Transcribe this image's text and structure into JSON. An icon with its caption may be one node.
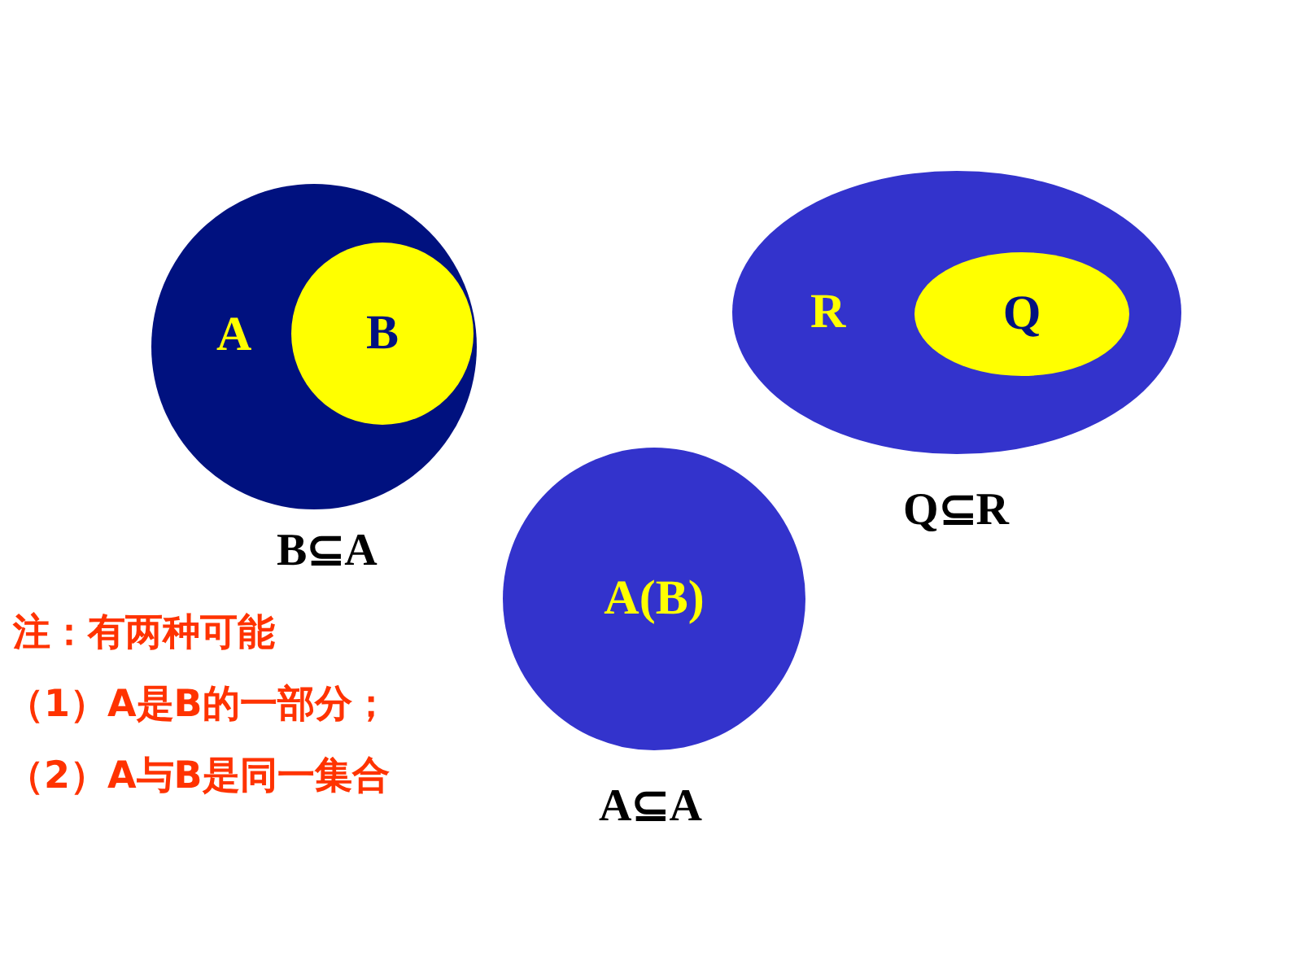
{
  "diagram": {
    "nodes": [
      {
        "text": [
          "A"
        ],
        "beside": [
          "B⊆A"
        ]
      },
      {
        "text": [
          "B"
        ],
        "in": 0
      },
      {
        "text": [
          "R"
        ],
        "beside": [
          "Q⊆R"
        ]
      },
      {
        "text": [
          "Q"
        ],
        "in": 2
      },
      {
        "text": [
          "A(B)"
        ],
        "beside": [
          "A⊆A"
        ]
      }
    ],
    "labels": [
      "注：有两种可能",
      "（1）A是B的一部分；",
      "（2）A与B是同一集合"
    ]
  }
}
